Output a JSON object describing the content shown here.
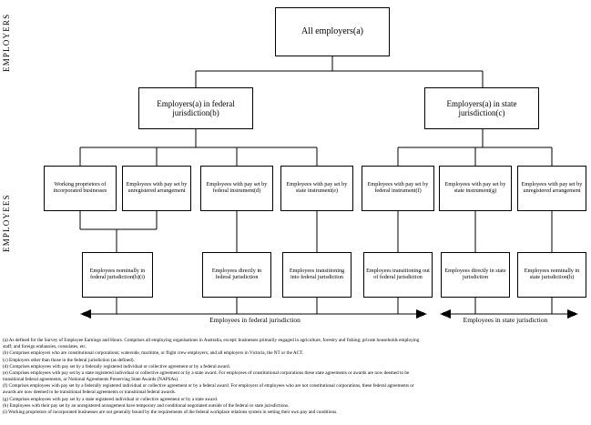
{
  "diagram": {
    "title_node": {
      "label": "All employers(a)"
    },
    "side_labels": {
      "employers": "EMPLOYERS",
      "employees": "EMPLOYEES"
    },
    "level2": [
      {
        "id": "federal-jurisdiction",
        "label": "Employers(a) in federal jurisdiction(b)"
      },
      {
        "id": "state-jurisdiction",
        "label": "Employers(a) in state jurisdiction(c)"
      }
    ],
    "level3": [
      {
        "id": "working-proprietors",
        "label": "Working proprietors of incorporated businesses"
      },
      {
        "id": "fed-unregistered",
        "label": "Employees with pay set by unregistered arrangement"
      },
      {
        "id": "fed-federal-instrument",
        "label": "Employees with pay set by federal instrument(d)"
      },
      {
        "id": "fed-state-instrument",
        "label": "Employees with pay set by state instrument(e)"
      },
      {
        "id": "state-federal-instrument",
        "label": "Employees with pay set by federal instrument(f)"
      },
      {
        "id": "state-state-instrument",
        "label": "Employees with pay set by state instrument(g)"
      },
      {
        "id": "state-unregistered",
        "label": "Employees with pay set by unregistered arrangement"
      }
    ],
    "level4": [
      {
        "id": "nominally-federal",
        "label": "Employees nominally in federal jurisdiction(h)(i)"
      },
      {
        "id": "directly-federal",
        "label": "Employees directly in federal jurisdiction"
      },
      {
        "id": "transitioning-into-federal",
        "label": "Employees transitioning into federal jurisdiction"
      },
      {
        "id": "transitioning-out-federal",
        "label": "Employees transitioning out of federal jurisdiction"
      },
      {
        "id": "directly-state",
        "label": "Employees directly in state jurisdiction"
      },
      {
        "id": "nominally-state",
        "label": "Employees nominally in state jurisdiction(h)"
      }
    ],
    "range_labels": [
      {
        "id": "federal-range",
        "label": "Employees in federal jurisdiction"
      },
      {
        "id": "state-range",
        "label": "Employees in state jurisdiction"
      }
    ]
  },
  "footnotes": [
    "(a) As defined for the Survey of Employee Earnings and Hours. Comprises all employing organisations in Australia, except: businesses primarily engaged in agriculture, forestry and fishing; private households employing",
    "staff; and foreign embassies, consulates, etc.",
    "(b) Comprises employers who are constitutional corporations; waterside, maritime, or flight crew employers; and all employers in Victoria, the NT or the ACT.",
    "(c) Employers other than those in the federal jurisdiction (as defined).",
    "(d) Comprises employees with pay set by a federally registered individual or collective agreement or by a federal award.",
    "(e) Comprises employees with pay set by a state registered individual or collective agreement or by a state award. For employees of constitutional corporations these state agreements or awards are now deemed to be",
    "transitional federal agreements, or Notional Agreements Preserving State Awards (NAPSAs).",
    "(f) Comprises employees with pay set by a federally registered individual or collective agreement or by a federal award. For employers of employees who are not constitutional corporations, these federal agreements or",
    "awards are now deemed to be transitional federal agreements or transitional federal awards.",
    "(g) Comprises employees with pay set by a state registered individual or collective agreement or by a state award.",
    "(h) Employees with their pay set by an unregistered arrangement have temporary and conditional negotiated outside of the federal or state jurisdictions.",
    "(i) Working proprietors of incorporated businesses are not generally bound by the requirements of the federal workplace relations system in setting their own pay and conditions."
  ]
}
